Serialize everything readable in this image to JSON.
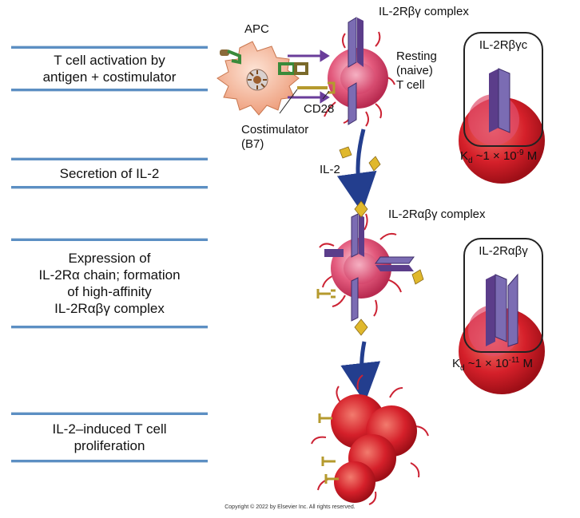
{
  "steps": [
    {
      "id": "activation",
      "text": "T cell activation by\nantigen + costimulator"
    },
    {
      "id": "secretion",
      "text": "Secretion of IL-2"
    },
    {
      "id": "expression",
      "text": "Expression of\nIL-2Rα chain; formation\nof high-affinity\nIL-2Rαβγ complex"
    },
    {
      "id": "proliferation",
      "text": "IL-2–induced T cell\nproliferation"
    }
  ],
  "labels": {
    "il2rbg_complex": "IL-2Rβγ complex",
    "apc": "APC",
    "resting": "Resting\n(naive)\nT cell",
    "cd28": "CD28",
    "costimulator": "Costimulator\n(B7)",
    "il2": "IL-2",
    "il2rabg_complex": "IL-2Rαβγ complex"
  },
  "insets": {
    "top": {
      "title": "IL-2Rβγc",
      "kd_prefix": "K",
      "kd_sub": "d",
      "kd_mid": " ~1 × 10",
      "kd_exp": "-9",
      "kd_unit": " M"
    },
    "bottom": {
      "title": "IL-2Rαβγ",
      "kd_prefix": "K",
      "kd_sub": "d",
      "kd_mid": " ~1 × 10",
      "kd_exp": "-11",
      "kd_unit": " M"
    }
  },
  "copyright": "Copyright © 2022 by Elsevier Inc. All rights reserved.",
  "colors": {
    "box_line": "#5c8fc3",
    "apc": "#f0b59a",
    "tcell": "#e04e72",
    "prolif": "#d8232a",
    "receptor": "#7b6cb3",
    "receptor_dark": "#5b3d8a",
    "il2": "#e0b82c",
    "arrow": "#233e8e",
    "cd28": "#b59a2e"
  }
}
